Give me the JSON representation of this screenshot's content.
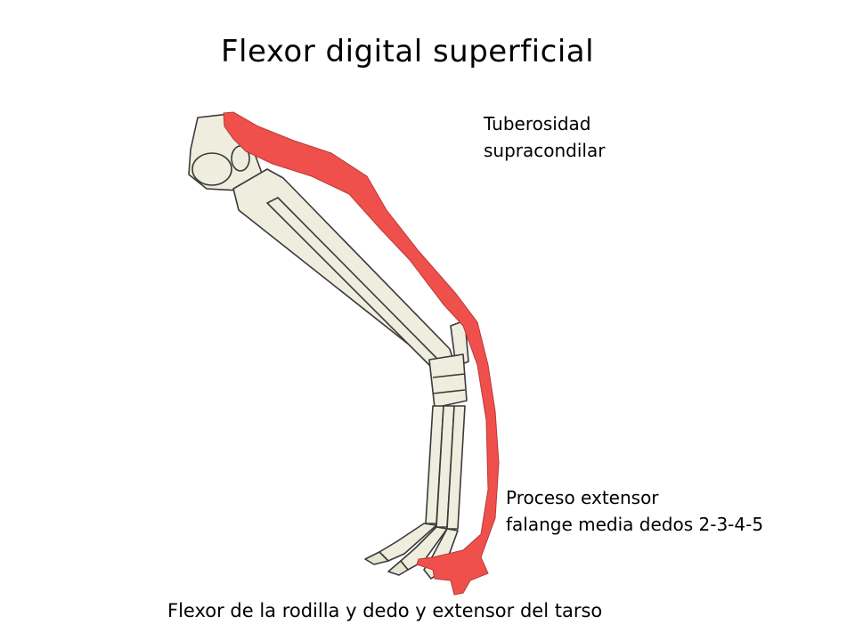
{
  "title": "Flexor digital superficial",
  "labels": {
    "origin_line1": "Tuberosidad",
    "origin_line2": "supracondilar",
    "insertion_line1": "Proceso extensor",
    "insertion_line2": "falange media dedos 2-3-4-5"
  },
  "caption": "Flexor de la rodilla y dedo  y extensor del tarso",
  "colors": {
    "muscle": "#f0504c",
    "bone": "#efeede",
    "bone_outline": "#3a3a3a"
  }
}
